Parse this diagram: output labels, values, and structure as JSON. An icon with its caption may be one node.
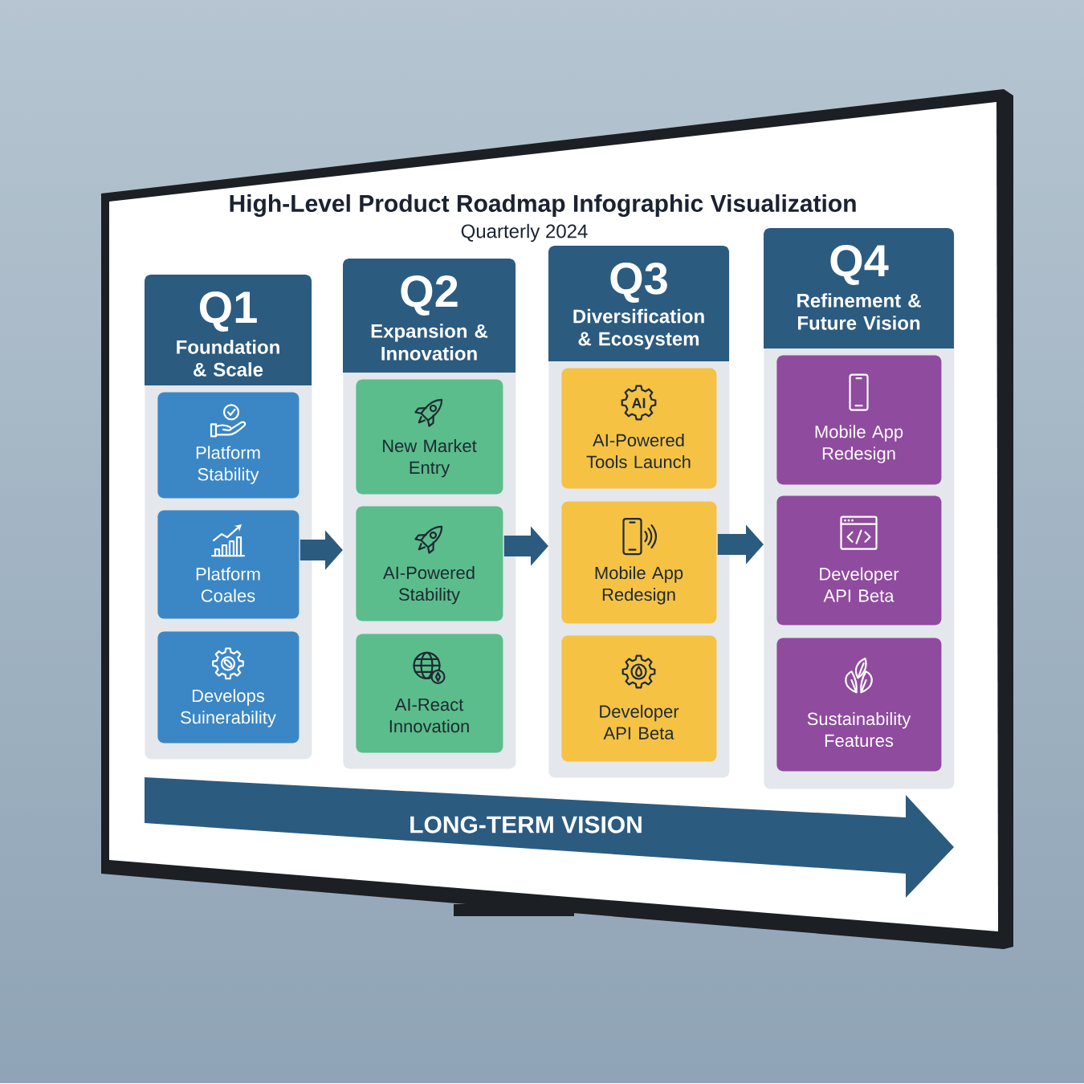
{
  "diagram": {
    "title": "High-Level Product Roadmap Infographic Visualization",
    "nodes": [
      {
        "text": [
          "Q1",
          "Foundation & Scale"
        ]
      },
      {
        "text": [
          "Platform Stability"
        ],
        "in": 0
      },
      {
        "text": [
          "Platform Coales"
        ],
        "in": 0
      },
      {
        "text": [
          "Develops Suinerability"
        ],
        "in": 0
      },
      {
        "text": [
          "Q2",
          "Expansion & Innovation"
        ]
      },
      {
        "text": [
          "New Market Entry"
        ],
        "in": 4
      },
      {
        "text": [
          "AI-Powered Stability"
        ],
        "in": 4
      },
      {
        "text": [
          "AI-React Innovation"
        ],
        "in": 4
      },
      {
        "text": [
          "Q3",
          "Diversification & Ecosystem"
        ]
      },
      {
        "text": [
          "AI-Powered Tools Launch"
        ],
        "in": 8
      },
      {
        "text": [
          "Mobile App Redesign"
        ],
        "in": 8
      },
      {
        "text": [
          "Developer API Beta"
        ],
        "in": 8
      },
      {
        "text": [
          "Q4",
          "Refinement & Future Vision"
        ]
      },
      {
        "text": [
          "Mobile App Redesign"
        ],
        "in": 12
      },
      {
        "text": [
          "Developer API Beta"
        ],
        "in": 12
      },
      {
        "text": [
          "Sustainability Features"
        ],
        "in": 12
      },
      {
        "text": [
          "LONG-TERM VISION"
        ]
      }
    ],
    "edges": [
      {
        "from": 0,
        "to": 4,
        "arrow": "to"
      },
      {
        "from": 4,
        "to": 8,
        "arrow": "to"
      },
      {
        "from": 8,
        "to": 12,
        "arrow": "to"
      }
    ],
    "labels": [
      "Quarterly 2024",
      "AI"
    ]
  }
}
